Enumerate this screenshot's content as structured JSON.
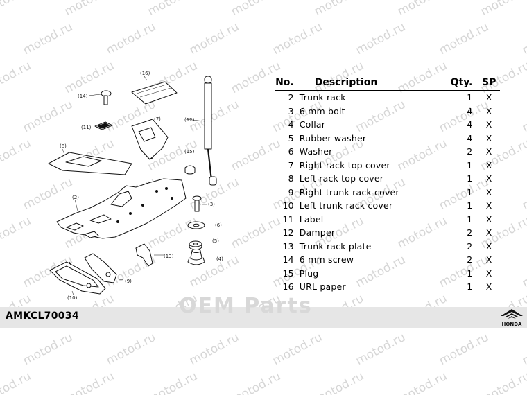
{
  "table": {
    "headers": {
      "no": "No.",
      "description": "Description",
      "qty": "Qty.",
      "sp": "SP"
    },
    "rows": [
      {
        "no": "2",
        "description": "Trunk rack",
        "qty": "1",
        "sp": "X"
      },
      {
        "no": "3",
        "description": "6 mm bolt",
        "qty": "4",
        "sp": "X"
      },
      {
        "no": "4",
        "description": "Collar",
        "qty": "4",
        "sp": "X"
      },
      {
        "no": "5",
        "description": "Rubber washer",
        "qty": "4",
        "sp": "X"
      },
      {
        "no": "6",
        "description": "Washer",
        "qty": "2",
        "sp": "X"
      },
      {
        "no": "7",
        "description": "Right rack top cover",
        "qty": "1",
        "sp": "X"
      },
      {
        "no": "8",
        "description": "Left rack top cover",
        "qty": "1",
        "sp": "X"
      },
      {
        "no": "9",
        "description": "Right trunk rack cover",
        "qty": "1",
        "sp": "X"
      },
      {
        "no": "10",
        "description": "Left trunk rack cover",
        "qty": "1",
        "sp": "X"
      },
      {
        "no": "11",
        "description": "Label",
        "qty": "1",
        "sp": "X"
      },
      {
        "no": "12",
        "description": "Damper",
        "qty": "2",
        "sp": "X"
      },
      {
        "no": "13",
        "description": "Trunk rack plate",
        "qty": "2",
        "sp": "X"
      },
      {
        "no": "14",
        "description": "6 mm screw",
        "qty": "2",
        "sp": "X"
      },
      {
        "no": "15",
        "description": "Plug",
        "qty": "1",
        "sp": "X"
      },
      {
        "no": "16",
        "description": "URL paper",
        "qty": "1",
        "sp": "X"
      }
    ]
  },
  "diagram": {
    "callouts": {
      "c16": "(16)",
      "c14": "(14)",
      "c7": "(7)",
      "c12": "(12)",
      "c11": "(11)",
      "c8": "(8)",
      "c15": "(15)",
      "c2": "(2)",
      "c3": "(3)",
      "c6": "(6)",
      "c5": "(5)",
      "c13": "(13)",
      "c4": "(4)",
      "c9": "(9)",
      "c10": "(10)"
    }
  },
  "footer": {
    "part_code": "AMKCL70034",
    "brand_text": "HONDA",
    "oem_watermark": "OEM Parts"
  },
  "watermark": {
    "text": "motod.ru"
  },
  "colors": {
    "background": "#ffffff",
    "footer_bar": "#e6e6e6",
    "watermark": "#c9c9c9"
  }
}
